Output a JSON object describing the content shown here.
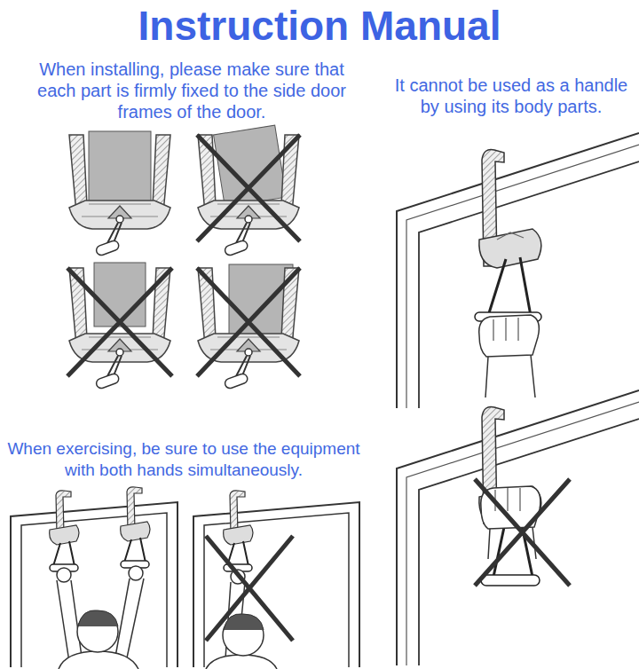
{
  "diagram": {
    "title": "Instruction Manual",
    "labels": [
      "When installing, please make sure that each part is firmly fixed to the side door frames of the door.",
      "It cannot be used as a handle by using its body parts.",
      "When exercising, be sure to use the equipment with both hands simultaneously."
    ]
  }
}
